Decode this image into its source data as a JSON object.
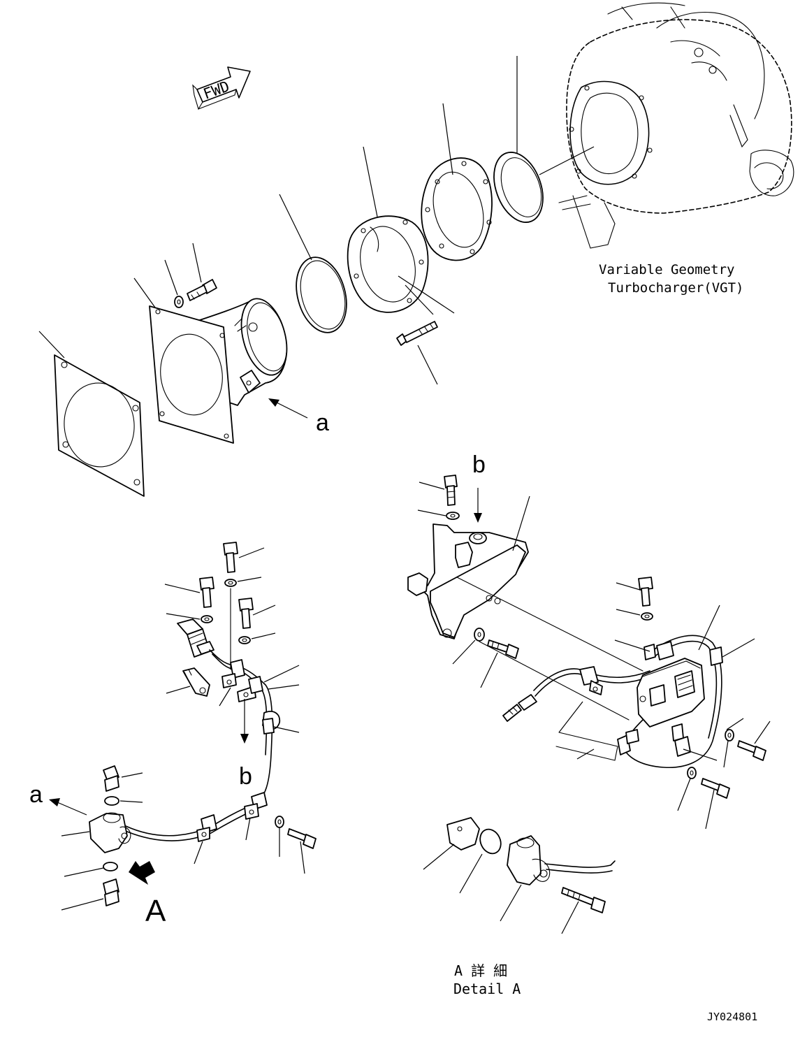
{
  "labels": {
    "fwd": "FWD",
    "vgt_line1": "Variable Geometry",
    "vgt_line2": "Turbocharger(VGT)",
    "ref_a_top": "a",
    "ref_b_top": "b",
    "ref_b_mid": "b",
    "ref_a_left": "a",
    "view_A": "A",
    "detail_jp": "A 詳 細",
    "detail_en": "Detail A",
    "drawing_number": "JY024801"
  }
}
